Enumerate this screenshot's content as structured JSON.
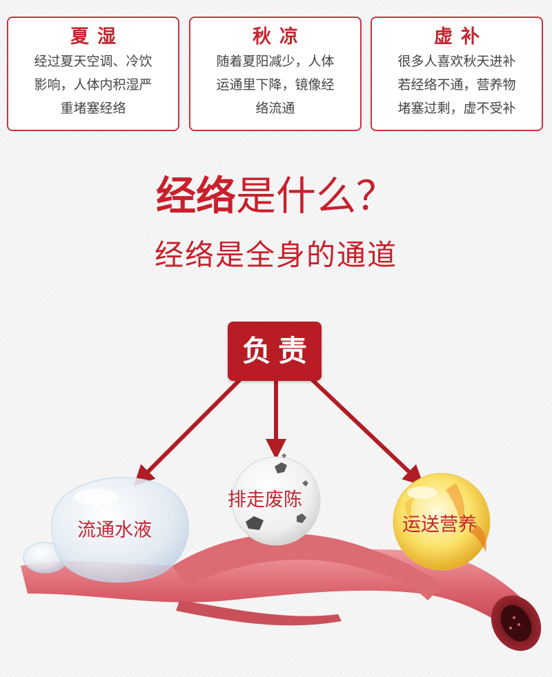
{
  "cards": [
    {
      "title": "夏湿",
      "lines": [
        "经过夏天空调、冷饮",
        "影响，人体内积湿严",
        "重堵塞经络"
      ]
    },
    {
      "title": "秋凉",
      "lines": [
        "随着夏阳减少，人体",
        "运通里下降，镜像经",
        "络流通"
      ]
    },
    {
      "title": "虚补",
      "lines": [
        "很多人喜欢秋天进补",
        "若经络不通，营养物",
        "堵塞过剩，虚不受补"
      ]
    }
  ],
  "headline": {
    "bold": "经络",
    "rest": "是什么？"
  },
  "subline": "经络是全身的通道",
  "badge": "负责",
  "bubbles": [
    {
      "label": "流通水液",
      "icon": "water-drop-icon"
    },
    {
      "label": "排走废陈",
      "icon": "waste-particles-icon"
    },
    {
      "label": "运送营养",
      "icon": "nutrient-sphere-icon"
    }
  ],
  "colors": {
    "accent": "#c8202c",
    "badge": "#b91c24",
    "vessel": "#d96068",
    "card_border": "#c9333e"
  }
}
